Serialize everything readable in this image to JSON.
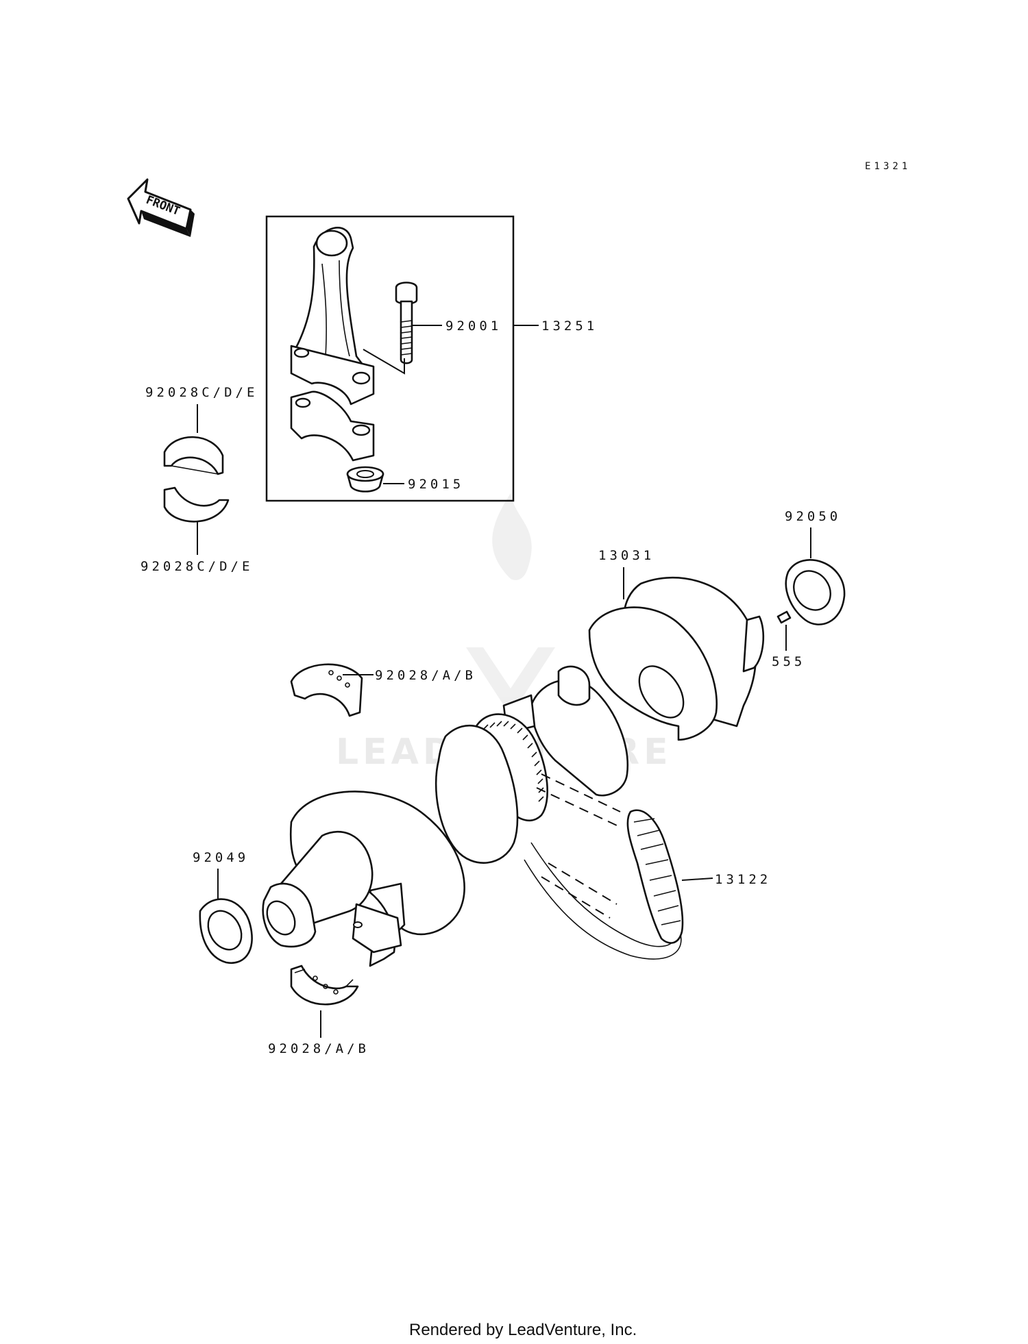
{
  "diagram": {
    "ref_code": "E1321",
    "front_label": "FRONT",
    "footer": "Rendered by LeadVenture, Inc.",
    "watermark": "LEADVENTURE",
    "callouts": [
      {
        "id": "92028C/D/E-upper",
        "label": "92028C/D/E"
      },
      {
        "id": "92028C/D/E-lower",
        "label": "92028C/D/E"
      },
      {
        "id": "92001",
        "label": "92001"
      },
      {
        "id": "13251",
        "label": "13251"
      },
      {
        "id": "92015",
        "label": "92015"
      },
      {
        "id": "92050",
        "label": "92050"
      },
      {
        "id": "13031",
        "label": "13031"
      },
      {
        "id": "555",
        "label": "555"
      },
      {
        "id": "92028/A/B-upper",
        "label": "92028/A/B"
      },
      {
        "id": "92049",
        "label": "92049"
      },
      {
        "id": "13122",
        "label": "13122"
      },
      {
        "id": "92028/A/B-lower",
        "label": "92028/A/B"
      }
    ],
    "icons": [
      "front-arrow-icon",
      "connecting-rod-icon",
      "bolt-icon",
      "nut-icon",
      "bearing-shell-icon",
      "oil-seal-icon",
      "crankshaft-icon",
      "cam-chain-icon",
      "key-icon"
    ]
  }
}
